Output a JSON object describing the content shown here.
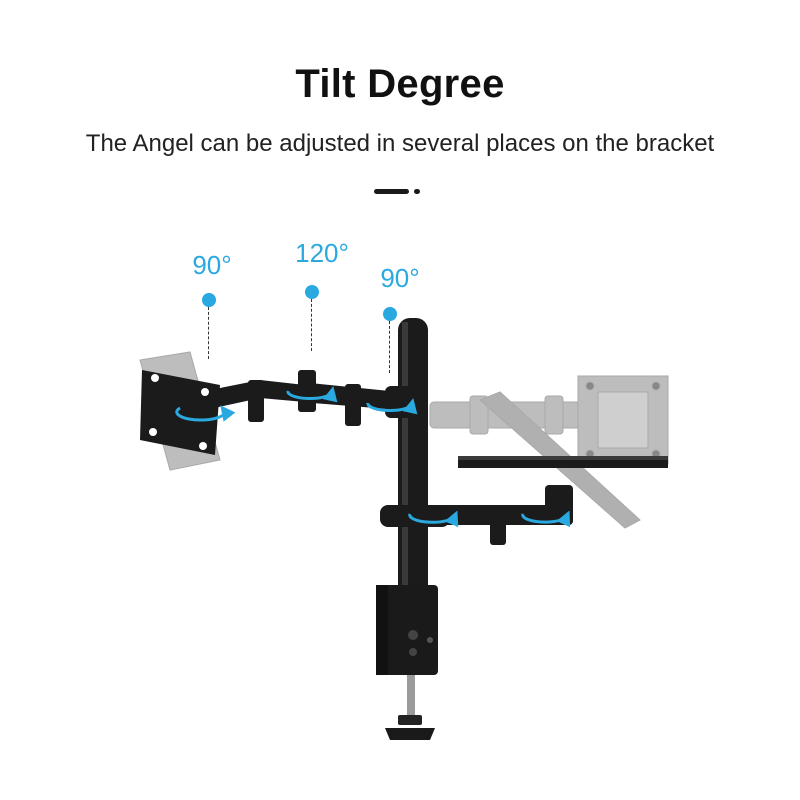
{
  "header": {
    "title": "Tilt Degree",
    "subtitle": "The Angel can be adjusted in several places on the bracket"
  },
  "angles": [
    {
      "label": "90°"
    },
    {
      "label": "120°"
    },
    {
      "label": "90°"
    }
  ],
  "colors": {
    "accent": "#2aa9e0",
    "arm": "#1b1b1b",
    "ghost": "#b5b5b5"
  },
  "icons": [
    "rotation-arrow-icon"
  ]
}
